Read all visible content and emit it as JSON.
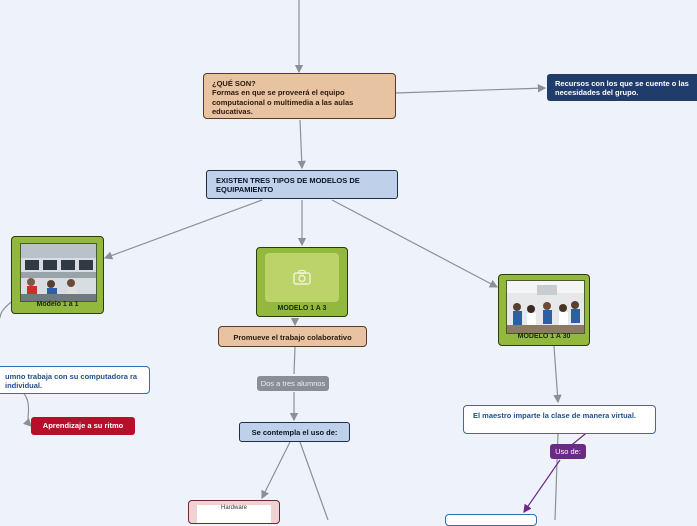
{
  "que_son": {
    "title": "¿QUÉ SON?",
    "text": "Formas en que se proveerá el equipo computacional o multimedia a las aulas educativas."
  },
  "recursos": {
    "text": "Recursos con los que se cuente o las necesidades del grupo."
  },
  "tipos": {
    "text": "EXISTEN TRES TIPOS DE MODELOS DE EQUIPAMIENTO"
  },
  "modelo_1a1": {
    "label": "Modelo 1 a 1"
  },
  "modelo_1a3": {
    "label": "MODELO 1 A 3"
  },
  "modelo_1a30": {
    "label": "MODELO 1 A 30"
  },
  "promueve": {
    "text": "Promueve el trabajo colaborativo"
  },
  "dos_tres": {
    "text": "Dos a tres alumnos"
  },
  "contempla": {
    "text": "Se contempla el uso de:"
  },
  "alumno": {
    "text": "umno trabaja con su computadora ra individual."
  },
  "aprendizaje": {
    "text": "Aprendizaje a su ritmo"
  },
  "maestro": {
    "text": "El maestro imparte la clase de manera virtual."
  },
  "uso_de": {
    "text": "Uso de:"
  },
  "hardware": {
    "text": "Hardware"
  },
  "colors": {
    "tan": "#e8c3a2",
    "light_blue": "#bfd1ea",
    "navy": "#1f3c6b",
    "green": "#92b83e",
    "red": "#b5102a",
    "purple": "#6b2a86",
    "grey": "#8a8f96",
    "connector": "#8c9096"
  },
  "icons": {
    "placeholder": "camera-icon"
  }
}
